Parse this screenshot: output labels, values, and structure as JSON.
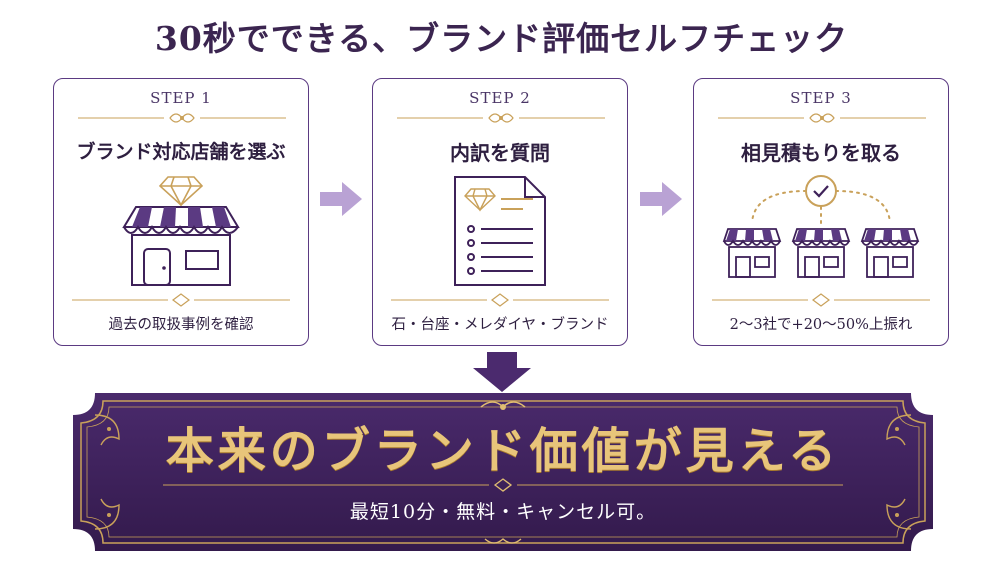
{
  "title": "30秒でできる、ブランド評価セルフチェック",
  "steps": [
    {
      "label": "STEP 1",
      "title": "ブランド対応店舗を選ぶ",
      "caption": "過去の取扱事例を確認",
      "icon": "store-diamond-icon"
    },
    {
      "label": "STEP 2",
      "title": "内訳を質問",
      "caption": "石・台座・メレダイヤ・ブランド",
      "icon": "document-diamond-icon"
    },
    {
      "label": "STEP 3",
      "title": "相見積もりを取る",
      "caption": "2～3社で+20～50%上振れ",
      "icon": "three-stores-check-icon"
    }
  ],
  "banner": {
    "headline": "本来のブランド価値が見える",
    "subline": "最短10分・無料・キャンセル可。"
  },
  "colors": {
    "purple_dark": "#3e2159",
    "purple_mid": "#5b3a82",
    "purple_light": "#b9a2d4",
    "gold": "#c9a15a"
  }
}
